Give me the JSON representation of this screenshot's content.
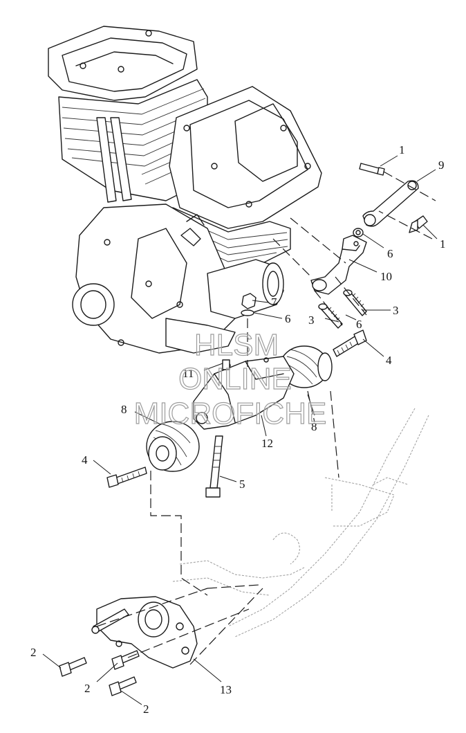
{
  "diagram": {
    "callouts": [
      {
        "id": "c1a",
        "text": "1"
      },
      {
        "id": "c9",
        "text": "9"
      },
      {
        "id": "c1b",
        "text": "1"
      },
      {
        "id": "c6a",
        "text": "6"
      },
      {
        "id": "c10",
        "text": "10"
      },
      {
        "id": "c7",
        "text": "7"
      },
      {
        "id": "c3a",
        "text": "3"
      },
      {
        "id": "c6b",
        "text": "6"
      },
      {
        "id": "c3b",
        "text": "3"
      },
      {
        "id": "c6c",
        "text": "6"
      },
      {
        "id": "c4a",
        "text": "4"
      },
      {
        "id": "c11",
        "text": "11"
      },
      {
        "id": "c8a",
        "text": "8"
      },
      {
        "id": "c8b",
        "text": "8"
      },
      {
        "id": "c12",
        "text": "12"
      },
      {
        "id": "c4b",
        "text": "4"
      },
      {
        "id": "c5",
        "text": "5"
      },
      {
        "id": "c2a",
        "text": "2"
      },
      {
        "id": "c13",
        "text": "13"
      },
      {
        "id": "c2b",
        "text": "2"
      },
      {
        "id": "c2c",
        "text": "2"
      }
    ],
    "watermark": [
      "HLSM",
      "ONLINE",
      "MICROFICHE"
    ]
  }
}
